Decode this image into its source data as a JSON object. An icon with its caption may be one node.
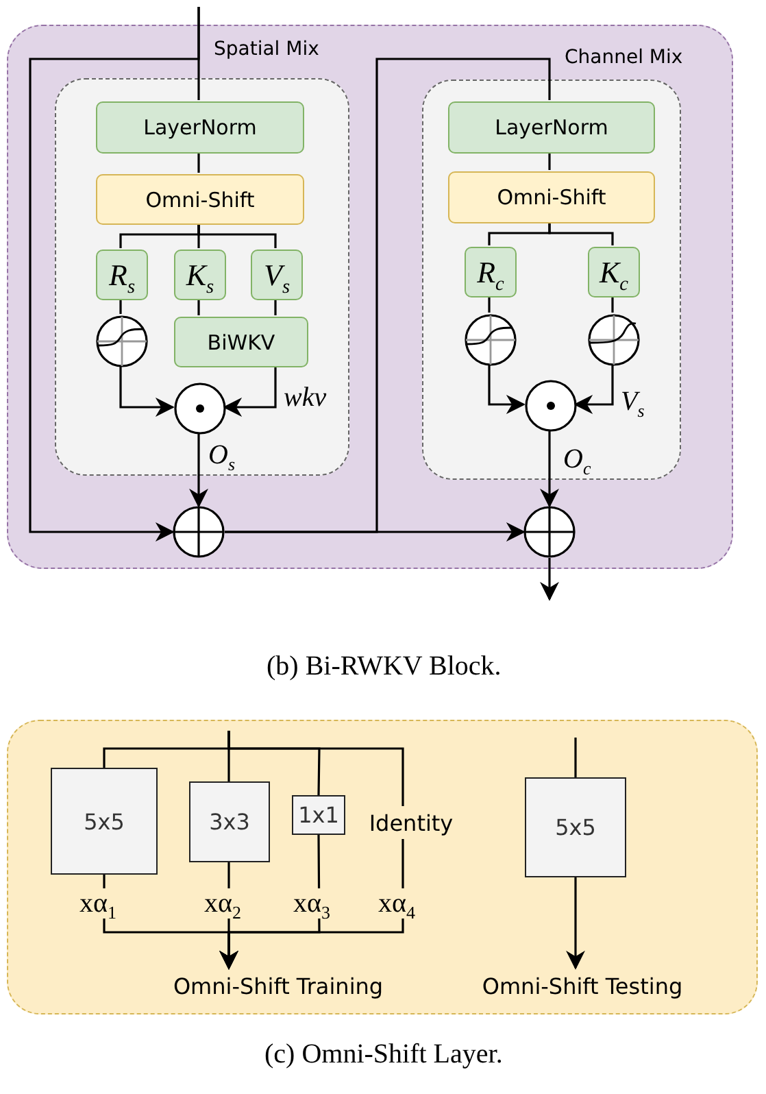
{
  "diagram": {
    "nodes": [
      {
        "text": [
          "Spatial Mix"
        ]
      },
      {
        "text": [
          "LayerNorm"
        ],
        "in": 0
      },
      {
        "text": [
          "Omni-Shift"
        ],
        "in": 0
      },
      {
        "text": [
          "R$_{s}$"
        ],
        "in": 0
      },
      {
        "text": [
          "K$_{s}$"
        ],
        "in": 0
      },
      {
        "text": [
          "V$_{s}$"
        ],
        "in": 0
      },
      {
        "text": [],
        "shape": "circle",
        "in": 0
      },
      {
        "text": [
          "BiWKV"
        ],
        "in": 0
      },
      {
        "text": [],
        "shape": "circle",
        "in": 0
      },
      {
        "text": [],
        "shape": "circle"
      },
      {
        "text": [
          "Channel Mix"
        ]
      },
      {
        "text": [
          "LayerNorm"
        ],
        "in": 10
      },
      {
        "text": [
          "Omni-Shift"
        ],
        "in": 10
      },
      {
        "text": [
          "R$_{c}$"
        ],
        "in": 10
      },
      {
        "text": [
          "K$_{c}$"
        ],
        "in": 10
      },
      {
        "text": [],
        "shape": "circle",
        "in": 10
      },
      {
        "text": [],
        "shape": "circle",
        "in": 10
      },
      {
        "text": [],
        "shape": "circle",
        "in": 10
      },
      {
        "text": [],
        "shape": "circle"
      },
      {
        "text": [
          "5x5"
        ]
      },
      {
        "text": [
          "3x3"
        ]
      },
      {
        "text": [
          "1x1"
        ]
      },
      {
        "text": [
          "Identity"
        ]
      },
      {
        "text": [
          "Omni-Shift Training"
        ]
      },
      {
        "text": [
          "5x5"
        ]
      },
      {
        "text": [
          "Omni-Shift Testing"
        ]
      }
    ],
    "edges": [
      {
        "from": null,
        "to": 1,
        "arrow": "none"
      },
      {
        "from": null,
        "to": 9,
        "arrow": "to"
      },
      {
        "from": 1,
        "to": 2,
        "arrow": "none"
      },
      {
        "from": 2,
        "to": 3,
        "arrow": "none"
      },
      {
        "from": 2,
        "to": 4,
        "arrow": "none"
      },
      {
        "from": 2,
        "to": 5,
        "arrow": "none"
      },
      {
        "from": 3,
        "to": 6,
        "arrow": "none"
      },
      {
        "from": 4,
        "to": 7,
        "arrow": "none"
      },
      {
        "from": 5,
        "to": 7,
        "arrow": "none"
      },
      {
        "from": 6,
        "to": 8,
        "arrow": "to"
      },
      {
        "from": 7,
        "to": 8,
        "arrow": "to",
        "label": "wkv"
      },
      {
        "from": 8,
        "to": 9,
        "arrow": "to",
        "label": "O$_{s}$"
      },
      {
        "from": 9,
        "to": 11,
        "arrow": "none"
      },
      {
        "from": 9,
        "to": 18,
        "arrow": "to"
      },
      {
        "from": 11,
        "to": 12,
        "arrow": "none"
      },
      {
        "from": 12,
        "to": 13,
        "arrow": "none"
      },
      {
        "from": 12,
        "to": 14,
        "arrow": "none"
      },
      {
        "from": 13,
        "to": 15,
        "arrow": "none"
      },
      {
        "from": 14,
        "to": 16,
        "arrow": "none"
      },
      {
        "from": 15,
        "to": 17,
        "arrow": "to"
      },
      {
        "from": 16,
        "to": 17,
        "arrow": "to",
        "label": "V$_{s}$"
      },
      {
        "from": 17,
        "to": 18,
        "arrow": "to",
        "label": "O$_{c}$"
      },
      {
        "from": 18,
        "to": null,
        "arrow": "to"
      },
      {
        "from": null,
        "to": 19,
        "arrow": "none"
      },
      {
        "from": null,
        "to": 20,
        "arrow": "none"
      },
      {
        "from": null,
        "to": 21,
        "arrow": "none"
      },
      {
        "from": null,
        "to": 22,
        "arrow": "none"
      },
      {
        "from": 19,
        "to": 23,
        "arrow": "to",
        "label": "xα$_{1}$"
      },
      {
        "from": 20,
        "to": 23,
        "arrow": "to",
        "label": "xα$_{2}$"
      },
      {
        "from": 21,
        "to": 23,
        "arrow": "to",
        "label": "xα$_{3}$"
      },
      {
        "from": 22,
        "to": 23,
        "arrow": "to",
        "label": "xα$_{4}$"
      },
      {
        "from": null,
        "to": 24,
        "arrow": "none"
      },
      {
        "from": 24,
        "to": 25,
        "arrow": "to"
      }
    ],
    "labels": [
      "(b) Bi-RWKV Block.",
      "(c) Omni-Shift Layer."
    ]
  }
}
